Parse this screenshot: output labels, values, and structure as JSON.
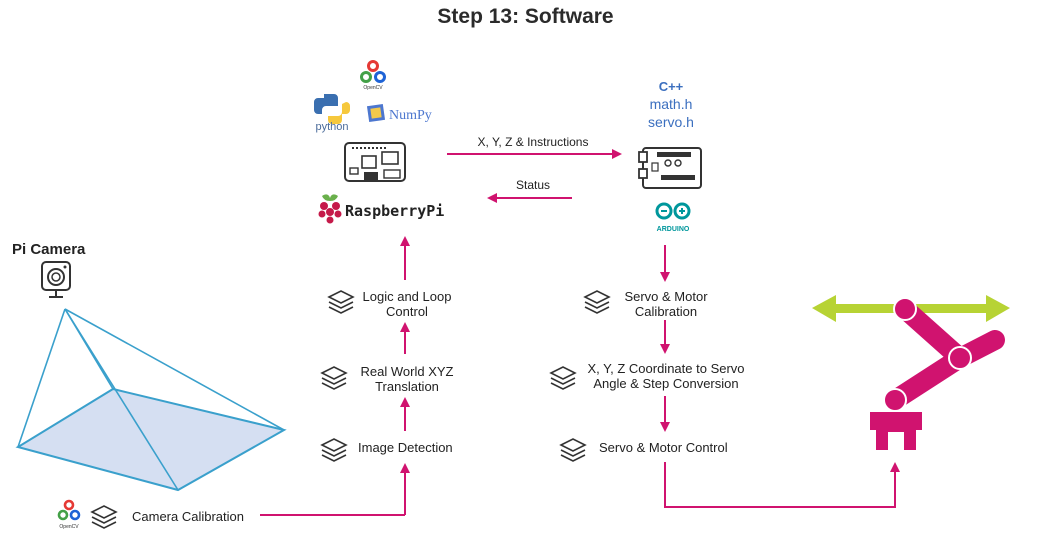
{
  "title": "Step 13: Software",
  "camera": {
    "label": "Pi Camera",
    "icon": "camera-icon"
  },
  "pi_stack": {
    "logos": [
      "opencv-logo",
      "python-logo",
      "numpy-logo",
      "raspberry-pi-board",
      "raspberry-pi-logo"
    ],
    "opencv_text": "OpenCV",
    "python_text": "python",
    "numpy_text": "NumPy",
    "raspberry_text": "RaspberryPi"
  },
  "arduino_stack": {
    "libraries": [
      "C++",
      "math.h",
      "servo.h"
    ],
    "arduino_text": "ARDUINO"
  },
  "messages": {
    "to_arduino": "X, Y, Z & Instructions",
    "to_pi": "Status"
  },
  "pi_steps": [
    {
      "line1": "Logic and Loop",
      "line2": "Control"
    },
    {
      "line1": "Real World XYZ",
      "line2": "Translation"
    },
    {
      "line1": "Image Detection",
      "line2": ""
    }
  ],
  "calibration": {
    "label": "Camera Calibration",
    "opencv_text": "OpenCV"
  },
  "arduino_steps": [
    {
      "line1": "Servo & Motor",
      "line2": "Calibration"
    },
    {
      "line1": "X, Y, Z Coordinate to Servo",
      "line2": "Angle & Step Conversion"
    },
    {
      "line1": "Servo & Motor Control",
      "line2": ""
    }
  ],
  "colors": {
    "flow_arrow": "#d0136f",
    "arm": "#d0136f",
    "horizontal_arrow": "#b7d334",
    "field_of_view_fill": "#d5dff2",
    "field_of_view_line": "#3aa0cc",
    "arduino_teal": "#00979c"
  }
}
